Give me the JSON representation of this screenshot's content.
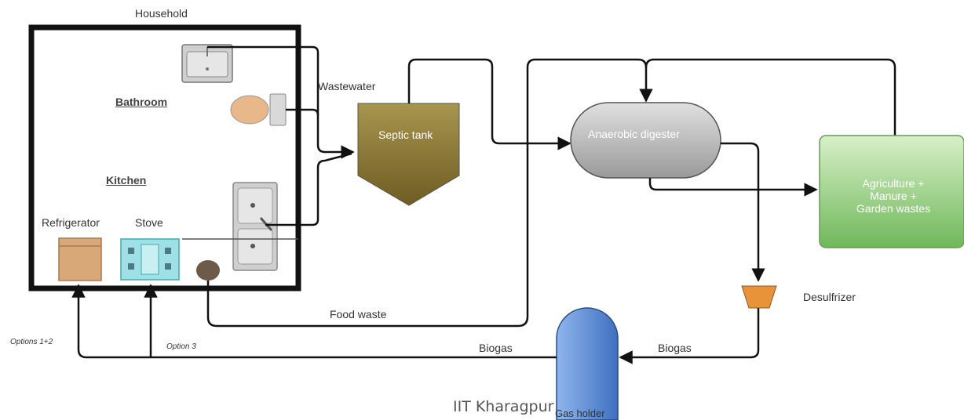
{
  "household": {
    "title": "Household",
    "bathroom_label": "Bathroom",
    "kitchen_label": "Kitchen",
    "refrigerator_label": "Refrigerator",
    "stove_label": "Stove"
  },
  "flows": {
    "wastewater_label": "Wastewater",
    "food_waste_label": "Food waste",
    "biogas_label_left": "Biogas",
    "biogas_label_right": "Biogas",
    "options_12_label": "Options 1+2",
    "option_3_label": "Option 3"
  },
  "units": {
    "septic_tank_label": "Septic tank",
    "anaerobic_digester_label": "Anaerobic digester",
    "agriculture_label": "Agriculture +\nManure +\nGarden wastes",
    "desulfrizer_label": "Desulfrizer",
    "gas_holder_label": "Gas holder"
  },
  "footer": {
    "institution": "IIT Kharagpur"
  },
  "colors": {
    "septic_tank": "#8c7a3a",
    "anaerobic_digester": "#b5b5b5",
    "agriculture_box": "#8fca7a",
    "desulfrizer": "#e8923a",
    "gas_holder": "#5b8fd8",
    "refrigerator": "#d8a878",
    "stove": "#8ed8e0",
    "toilet": "#e8b88a",
    "food_waste_bin": "#6e5a48"
  }
}
